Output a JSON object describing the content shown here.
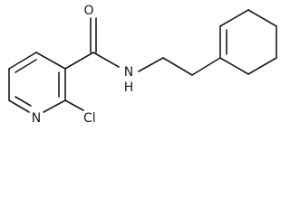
{
  "molecule": {
    "atoms": {
      "O": "O",
      "N_amide": "N",
      "H_amide": "H",
      "N_ring": "N",
      "Cl": "Cl"
    }
  }
}
